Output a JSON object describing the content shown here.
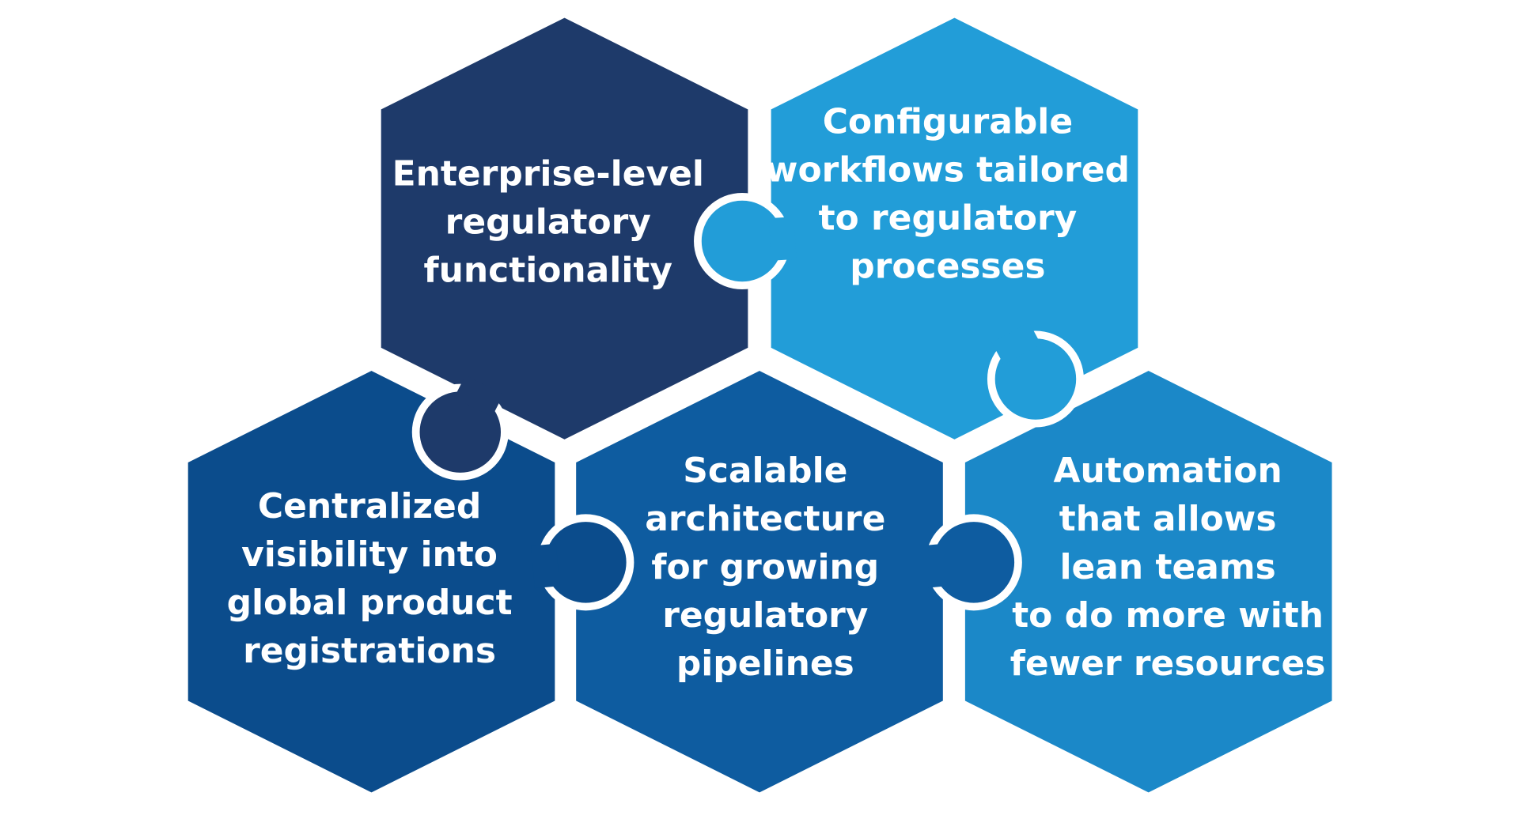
{
  "diagram": {
    "type": "hexagon-puzzle",
    "tiles": [
      {
        "id": "enterprise",
        "color": "#1E3A6A",
        "lines": [
          "Enterprise-level",
          "regulatory",
          "functionality"
        ]
      },
      {
        "id": "configurable",
        "color": "#229DD8",
        "lines": [
          "Configurable",
          "workflows tailored",
          "to regulatory",
          "processes"
        ]
      },
      {
        "id": "centralized",
        "color": "#0B4C8C",
        "lines": [
          "Centralized",
          "visibility into",
          "global product",
          "registrations"
        ]
      },
      {
        "id": "scalable",
        "color": "#0E5CA0",
        "lines": [
          "Scalable",
          "architecture",
          "for growing",
          "regulatory",
          "pipelines"
        ]
      },
      {
        "id": "automation",
        "color": "#1B88C8",
        "lines": [
          "Automation",
          "that allows",
          "lean teams",
          "to do more with",
          "fewer resources"
        ]
      }
    ],
    "background": "#FFFFFF",
    "gap_color": "#FFFFFF"
  }
}
